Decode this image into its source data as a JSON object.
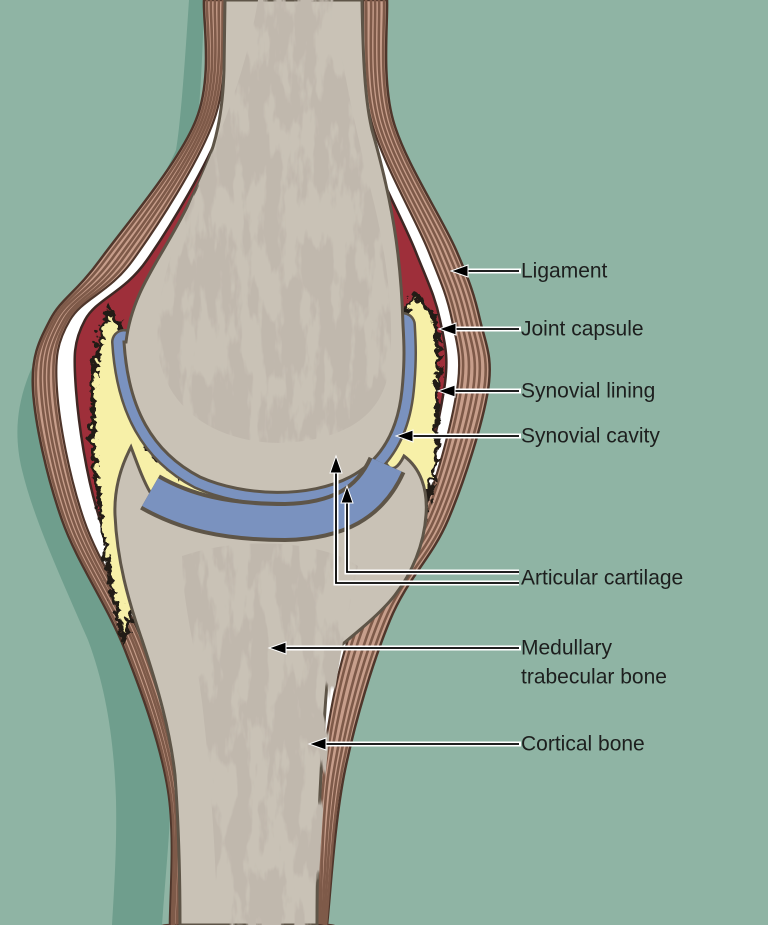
{
  "figure": {
    "labels": {
      "ligament": "Ligament",
      "joint_capsule": "Joint capsule",
      "synovial_lining": "Synovial lining",
      "synovial_cavity": "Synovial cavity",
      "articular_cartilage": "Articular cartilage",
      "medullary_line1": "Medullary",
      "medullary_line2": "trabecular bone",
      "cortical_bone": "Cortical bone"
    }
  },
  "colors": {
    "background": "#8FB4A4",
    "shadow": "#6F9E8D",
    "bone": "#C9C2B6",
    "trabecular": "#877A6B",
    "bone_outline": "#5E5548",
    "ligament_light": "#C79E8B",
    "ligament_dark": "#7E5A49",
    "ligament_outline": "#4F362B",
    "capsule_red": "#9E2F3A",
    "white_layer": "#FFFFFF",
    "synovial_fluid": "#F7F0A8",
    "cartilage_blue": "#7A92BF",
    "membrane_black": "#241D17",
    "label_text": "#1D1F1E",
    "arrow_line": "#000000"
  }
}
